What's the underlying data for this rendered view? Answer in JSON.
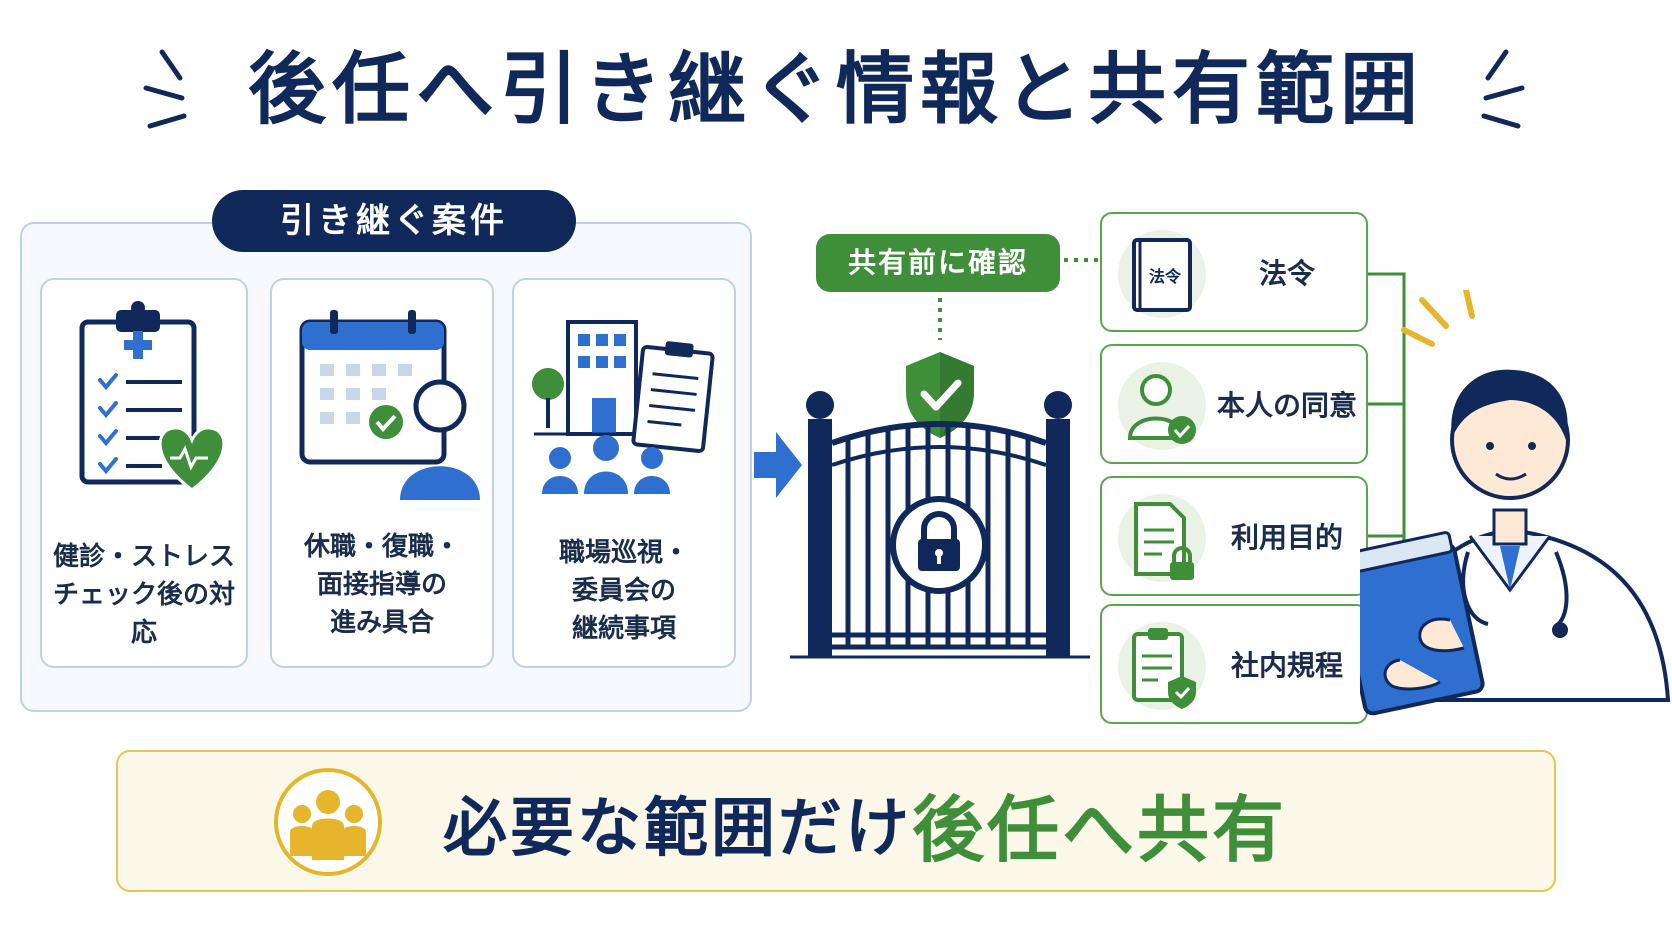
{
  "title": "後任へ引き継ぐ情報と共有範囲",
  "cases": {
    "header": "引き継ぐ案件",
    "items": [
      {
        "label": "健診・ストレス\nチェック後の対応",
        "icon": "clipboard-health-icon"
      },
      {
        "label": "休職・復職・\n面接指導の\n進み具合",
        "icon": "calendar-person-icon"
      },
      {
        "label": "職場巡視・\n委員会の\n継続事項",
        "icon": "building-team-icon"
      }
    ]
  },
  "gate": {
    "confirm_label": "共有前に確認",
    "icons": [
      "shield-check-icon",
      "gate-lock-icon"
    ]
  },
  "requirements": [
    {
      "label": "法令",
      "icon": "law-book-icon",
      "book_text": "法令"
    },
    {
      "label": "本人の同意",
      "icon": "person-consent-icon"
    },
    {
      "label": "利用目的",
      "icon": "document-lock-icon"
    },
    {
      "label": "社内規程",
      "icon": "clipboard-shield-icon"
    }
  ],
  "banner": {
    "text_main": "必要な範囲だけ",
    "text_highlight": "後任へ共有",
    "icon": "team-icon"
  },
  "colors": {
    "navy": "#10295a",
    "blue": "#2f6fd0",
    "green": "#3f8f3a",
    "gold": "#e6b52c"
  }
}
